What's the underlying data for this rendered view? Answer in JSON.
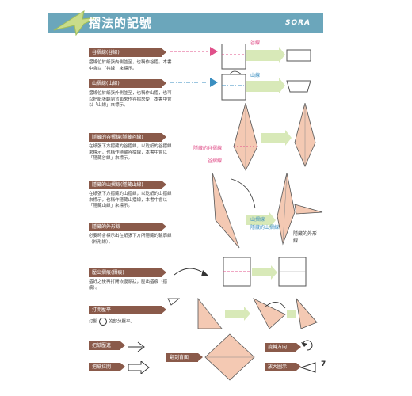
{
  "header": {
    "title": "摺法的記號",
    "brand": "SORA"
  },
  "sections": {
    "valley": {
      "tag": "谷摺線",
      "tag_sub": "(谷線)",
      "desc": "摺線位於紙張內側並至，也稱作谷摺。本書中會以「谷線」來標示。",
      "diagram_label": "谷線"
    },
    "mountain": {
      "tag": "山摺線",
      "tag_sub": "(山線)",
      "desc": "摺線位於紙張外側並至，也稱作山摺，也可以把紙張翻到背面來作谷摺來使，本書中會以「山線」來標示。",
      "diagram_label": "山線"
    },
    "hidden_valley": {
      "tag": "隱藏的谷摺線",
      "tag_sub": "(隱藏谷線)",
      "desc": "在紙張下方摺藏的谷摺線，以乾紙的谷摺線來標示，也稱作隱藏谷摺線，本書中會以「隱藏谷線」來標示。",
      "label1": "隱藏的谷摺線",
      "label2": "谷摺線"
    },
    "hidden_mountain": {
      "tag": "隱藏的山摺線",
      "tag_sub": "(隱藏山線)",
      "desc": "在紙張下方摺藏的山摺線，以乾紙的山摺線來標示，也稱作隱藏山摺線，本書中會以「隱藏山線」來標示。",
      "label1": "山摺線",
      "label2": "隱藏的山摺線",
      "label3": "隱藏的外形線"
    },
    "outline": {
      "tag": "隱藏的外形線",
      "desc": "必要時會標示出在紙張下方所隱藏的輪廓線（外形線）。"
    },
    "crease": {
      "tag": "壓出摺痕",
      "tag_sub": "(摺痕)",
      "desc": "摺好之後再打開恢復原狀，壓出摺痕（摺痕）。"
    },
    "flatten": {
      "tag": "打開壓平",
      "desc_a": "打開",
      "desc_b": "的部分壓平。"
    }
  },
  "bottom": {
    "push_in": "把紙壓進",
    "pull_out": "把紙拉開",
    "flip": "翻到背面",
    "turn": "旋轉方向",
    "zoom": "放大圖示"
  },
  "page_number": "7",
  "colors": {
    "header": "#6ba6bb",
    "tag": "#8a5a4a",
    "paper": "#f4c9b3",
    "band": "#d8e9b8",
    "valley": "#e0508a",
    "mountain": "#3a8ec0"
  }
}
